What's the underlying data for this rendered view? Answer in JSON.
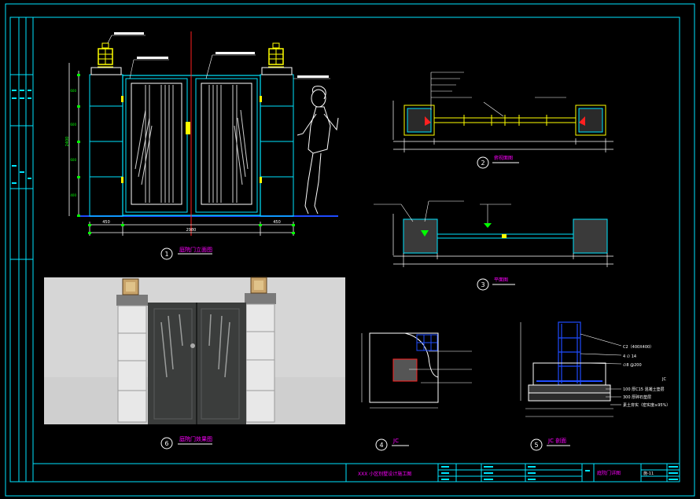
{
  "colors": {
    "background": "#000000",
    "frame": "#00e5ff",
    "linework": "#ffffff",
    "dimension": "#00ff00",
    "accent_yellow": "#ffff00",
    "accent_magenta": "#ff00ff",
    "accent_red": "#ff2020",
    "accent_blue": "#1e4bff"
  },
  "sheet": {
    "drawing_title": "XXX 小区别墅设计施工图"
  },
  "views": {
    "elevation": {
      "number": "1",
      "title": "庭院门立面图"
    },
    "top_plan": {
      "number": "2",
      "title": "俯视面图"
    },
    "plan": {
      "number": "3",
      "title": "平面图"
    },
    "detail_jc": {
      "number": "4",
      "title": "JC"
    },
    "section_jc": {
      "number": "5",
      "title": "JC 剖面"
    },
    "render": {
      "number": "6",
      "title": "庭院门效果图"
    }
  },
  "elevation_dims": {
    "overall_width": "2980",
    "left_pier": "450",
    "right_pier": "450",
    "overall_height": "2400",
    "row_heights": [
      "600",
      "600",
      "600",
      "400"
    ]
  },
  "section_notes": [
    "C2（400X400）",
    "4 ∅ 14",
    "∅8 @200",
    "100 厚C15 混凝土垫层",
    "300 厚碎石垫层",
    "素土夯实（密实度≥95%）",
    "JC"
  ],
  "title_block": {
    "drawing_name": "庭院门详图",
    "sheet_no": "施-11"
  }
}
